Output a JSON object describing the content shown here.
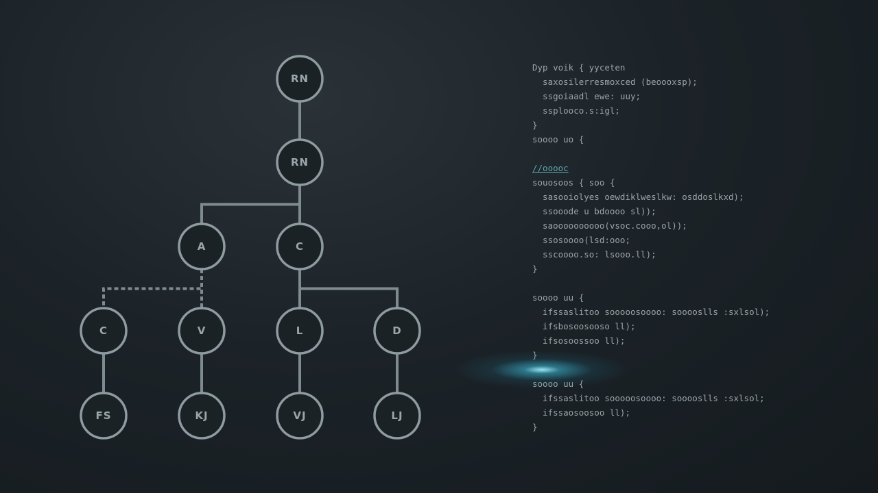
{
  "tree": {
    "nodes": [
      {
        "id": "root",
        "label": "RN"
      },
      {
        "id": "n2",
        "label": "RN"
      },
      {
        "id": "a",
        "label": "A"
      },
      {
        "id": "c1",
        "label": "C"
      },
      {
        "id": "c2",
        "label": "C"
      },
      {
        "id": "v",
        "label": "V"
      },
      {
        "id": "l",
        "label": "L"
      },
      {
        "id": "d",
        "label": "D"
      },
      {
        "id": "l1",
        "label": "FS"
      },
      {
        "id": "l2",
        "label": "KJ"
      },
      {
        "id": "l3",
        "label": "VJ"
      },
      {
        "id": "l4",
        "label": "LJ"
      }
    ],
    "edges": [
      {
        "from": "root",
        "to": "n2",
        "style": "solid"
      },
      {
        "from": "n2",
        "to": "a",
        "style": "solid"
      },
      {
        "from": "n2",
        "to": "c1",
        "style": "solid"
      },
      {
        "from": "a",
        "to": "c2",
        "style": "dashed"
      },
      {
        "from": "a",
        "to": "v",
        "style": "dashed"
      },
      {
        "from": "c1",
        "to": "l",
        "style": "solid"
      },
      {
        "from": "c1",
        "to": "d",
        "style": "solid"
      },
      {
        "from": "c2",
        "to": "l1",
        "style": "solid"
      },
      {
        "from": "v",
        "to": "l2",
        "style": "solid"
      },
      {
        "from": "l",
        "to": "l3",
        "style": "solid"
      },
      {
        "from": "d",
        "to": "l4",
        "style": "solid"
      }
    ]
  },
  "code": {
    "lines": [
      {
        "text": "Dyp voik { yyceten",
        "kind": "code"
      },
      {
        "text": "  saxosilerresmoxced (beoooxsp);",
        "kind": "code"
      },
      {
        "text": "  ssgoiaadl ewe: uuy;",
        "kind": "code"
      },
      {
        "text": "  ssplooco.s:igl;",
        "kind": "code"
      },
      {
        "text": "}",
        "kind": "code"
      },
      {
        "text": "soooo uo {",
        "kind": "code"
      },
      {
        "text": "",
        "kind": "blank"
      },
      {
        "text": "//ooooc",
        "kind": "comment"
      },
      {
        "text": "souosoos { soo {",
        "kind": "code"
      },
      {
        "text": "  sasooiolyes oewdiklweslkw: osddoslkxd);",
        "kind": "code"
      },
      {
        "text": "  ssooode u bdoooo sl));",
        "kind": "code"
      },
      {
        "text": "  saoooooooooo(vsoc.cooo,ol));",
        "kind": "code"
      },
      {
        "text": "  ssosoooo(lsd:ooo;",
        "kind": "code"
      },
      {
        "text": "  sscoooo.so: lsooo.ll);",
        "kind": "code"
      },
      {
        "text": "}",
        "kind": "code"
      },
      {
        "text": "",
        "kind": "blank"
      },
      {
        "text": "soooo uu {",
        "kind": "code"
      },
      {
        "text": "  ifssaslitoo sooooosoooo: sooooslls :sxlsol);",
        "kind": "code"
      },
      {
        "text": "  ifsbosoosooso ll);",
        "kind": "code"
      },
      {
        "text": "  ifsosoossoo ll);",
        "kind": "code"
      },
      {
        "text": "}",
        "kind": "code"
      },
      {
        "text": "",
        "kind": "blank"
      },
      {
        "text": "soooo uu {",
        "kind": "code"
      },
      {
        "text": "  ifssaslitoo sooooosoooo: sooooslls :sxlsol;",
        "kind": "code"
      },
      {
        "text": "  ifssaosoosoo ll);",
        "kind": "code"
      },
      {
        "text": "}",
        "kind": "code"
      }
    ]
  },
  "colors": {
    "background": "#1c2328",
    "node_stroke": "#8e9ba0",
    "edge": "#7e8b91",
    "code_text": "#9aa4a9",
    "comment": "#5fa6b0",
    "glow": "#5fd6f0"
  }
}
